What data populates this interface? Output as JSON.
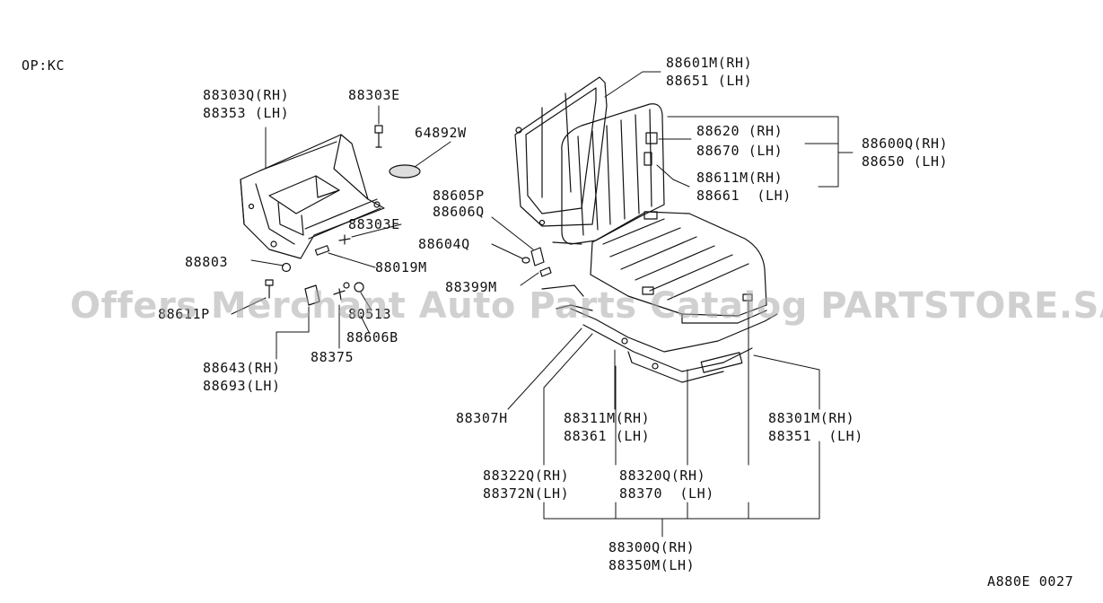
{
  "header": {
    "code": "OP:KC"
  },
  "footer": {
    "diagram_id": "A880E 0027"
  },
  "watermark": {
    "text": "Offers Merchant Auto Parts Catalog PARTSTORE.SA"
  },
  "labels": {
    "p88303q": "88303Q(RH)",
    "p88353": "88353 (LH)",
    "p88303e_top": "88303E",
    "p64892w": "64892W",
    "p88605p": "88605P",
    "p88606q": "88606Q",
    "p88303e_mid": "88303E",
    "p88604q": "88604Q",
    "p88019m": "88019M",
    "p88803": "88803",
    "p88399m": "88399M",
    "p8861xp": "88611P",
    "p80513": "80513",
    "p88606b": "88606B",
    "p88375": "88375",
    "p88643": "88643(RH)",
    "p88693": "88693(LH)",
    "p88601m": "88601M(RH)",
    "p88651": "88651 (LH)",
    "p88620": "88620 (RH)",
    "p88670": "88670 (LH)",
    "p88600q": "88600Q(RH)",
    "p88650": "88650 (LH)",
    "p88611m": "88611M(RH)",
    "p88661": "88661  (LH)",
    "p88307h": "88307H",
    "p88311m": "88311M(RH)",
    "p88361": "88361 (LH)",
    "p88301m": "88301M(RH)",
    "p88351": "88351  (LH)",
    "p88322q": "88322Q(RH)",
    "p88372n": "88372N(LH)",
    "p88320q": "88320Q(RH)",
    "p88370": "88370  (LH)",
    "p88300q": "88300Q(RH)",
    "p88350m": "88350M(LH)"
  }
}
